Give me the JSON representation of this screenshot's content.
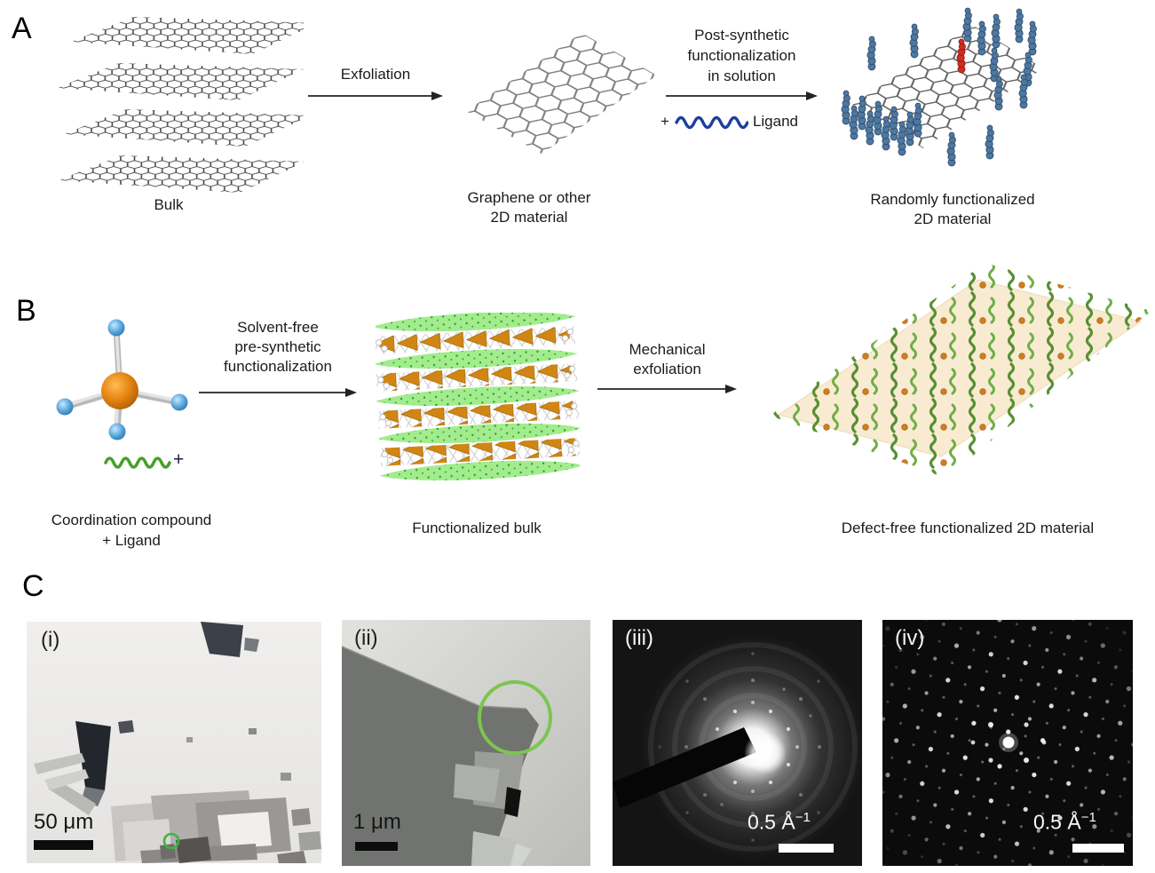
{
  "panel_a": {
    "label": "A",
    "bulk_caption": "Bulk",
    "arrow1_label": "Exfoliation",
    "graphene_caption_1": "Graphene or other",
    "graphene_caption_2": "2D material",
    "arrow2_label_1": "Post-synthetic",
    "arrow2_label_2": "functionalization",
    "arrow2_label_3": "in solution",
    "ligand_plus": "+",
    "ligand_label": "Ligand",
    "random_caption_1": "Randomly functionalized",
    "random_caption_2": "2D material"
  },
  "panel_b": {
    "label": "B",
    "compound_caption_1": "Coordination compound",
    "compound_caption_2": "+ Ligand",
    "ligand_plus": "+",
    "arrow1_label_1": "Solvent-free",
    "arrow1_label_2": "pre-synthetic",
    "arrow1_label_3": "functionalization",
    "bulk_caption": "Functionalized bulk",
    "arrow2_label_1": "Mechanical",
    "arrow2_label_2": "exfoliation",
    "sheet_caption": "Defect-free functionalized 2D material"
  },
  "panel_c": {
    "label": "C",
    "images": [
      {
        "tag": "(i)",
        "scale_label": "50 μm"
      },
      {
        "tag": "(ii)",
        "scale_label": "1 μm"
      },
      {
        "tag": "(iii)",
        "scale_label": "0.5 Å",
        "scale_exp": "−1"
      },
      {
        "tag": "(iv)",
        "scale_label": "0.5 Å",
        "scale_exp": "−1"
      }
    ]
  },
  "colors": {
    "ligand_blue": "#1c3f9e",
    "ligand_green": "#46a02c",
    "bead_blue": "#4e78a2",
    "bead_red": "#d02c24",
    "metal_orange": "#e3820f",
    "donor_blue": "#58a7dd",
    "band_green": "#a2ec8e",
    "triangle_orange": "#d18614",
    "sheet_tan": "#f8ebd2",
    "annotation_green": "#7cc550"
  }
}
